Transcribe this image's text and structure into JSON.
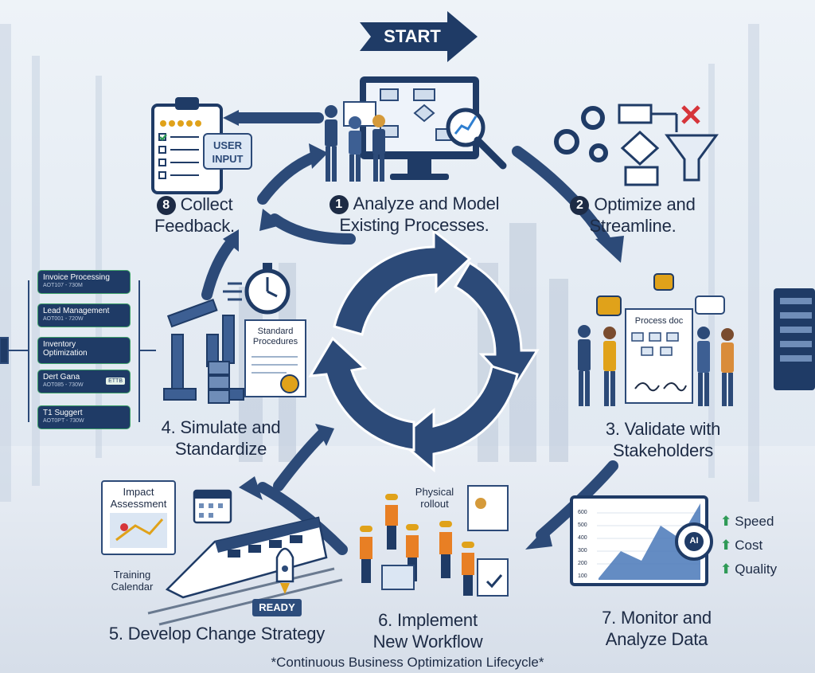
{
  "start_label": "START",
  "steps": [
    {
      "number": "1",
      "text": "Analyze and Model Existing Processes."
    },
    {
      "number": "2",
      "text": "Optimize and Streamline."
    },
    {
      "number": "",
      "text": "3. Validate with Stakeholders"
    },
    {
      "number": "",
      "text": "4. Simulate and Standardize"
    },
    {
      "number": "",
      "text": "5. Develop Change Strategy"
    },
    {
      "number": "",
      "text": "6. Implement New Workflow"
    },
    {
      "number": "",
      "text": "7. Monitor and Analyze Data"
    },
    {
      "number": "8",
      "text": "Collect Feedback."
    }
  ],
  "labels": {
    "user_input": "USER INPUT",
    "process_doc": "Process doc",
    "standard_procedures": "Standard Procedures",
    "impact_assessment": "Impact Assessment",
    "training_calendar": "Training Calendar",
    "ready": "READY",
    "physical_rollout": "Physical rollout",
    "ai": "AI"
  },
  "process_list": [
    {
      "title": "Invoice Processing",
      "sub": "AOT107 - 730M"
    },
    {
      "title": "Lead Management",
      "sub": "AOT001 - 720W"
    },
    {
      "title": "Inventory Optimization",
      "sub": ""
    },
    {
      "title": "Dert Gana",
      "sub": "AOT085 - 730W",
      "tag": "ETTB"
    },
    {
      "title": "T1 Suggert",
      "sub": "AOT0PT - 730W"
    }
  ],
  "kpis": [
    "Speed",
    "Cost",
    "Quality"
  ],
  "chart_ticks": [
    "600",
    "500",
    "400",
    "300",
    "200",
    "100"
  ],
  "footer": "*Continuous Business Optimization Lifecycle*",
  "colors": {
    "navy": "#1d2b45",
    "arrow": "#2c4a78",
    "green": "#2f9a57",
    "gold": "#e0a21a"
  }
}
